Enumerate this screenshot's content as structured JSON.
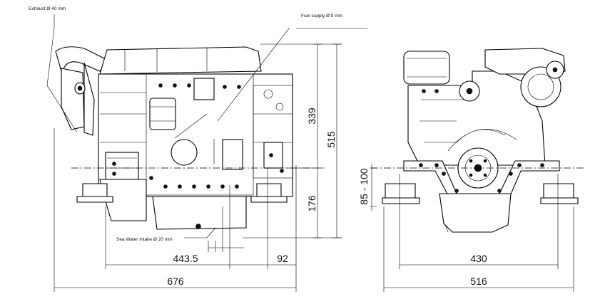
{
  "labels": {
    "exhaust": "Exhaust Ø 40 mm",
    "fuel_supply": "Fuel supply Ø 8 mm",
    "sea_water_intake": "Sea Water Intake Ø 20 mm"
  },
  "dimensions": {
    "side_upper_height": "339",
    "side_total_height": "515",
    "side_lower_height": "176",
    "side_length_mount": "443.5",
    "side_rear_offset": "92",
    "side_total_length": "676",
    "front_mount_range": "85 - 100",
    "front_mount_width": "430",
    "front_total_width": "516"
  }
}
